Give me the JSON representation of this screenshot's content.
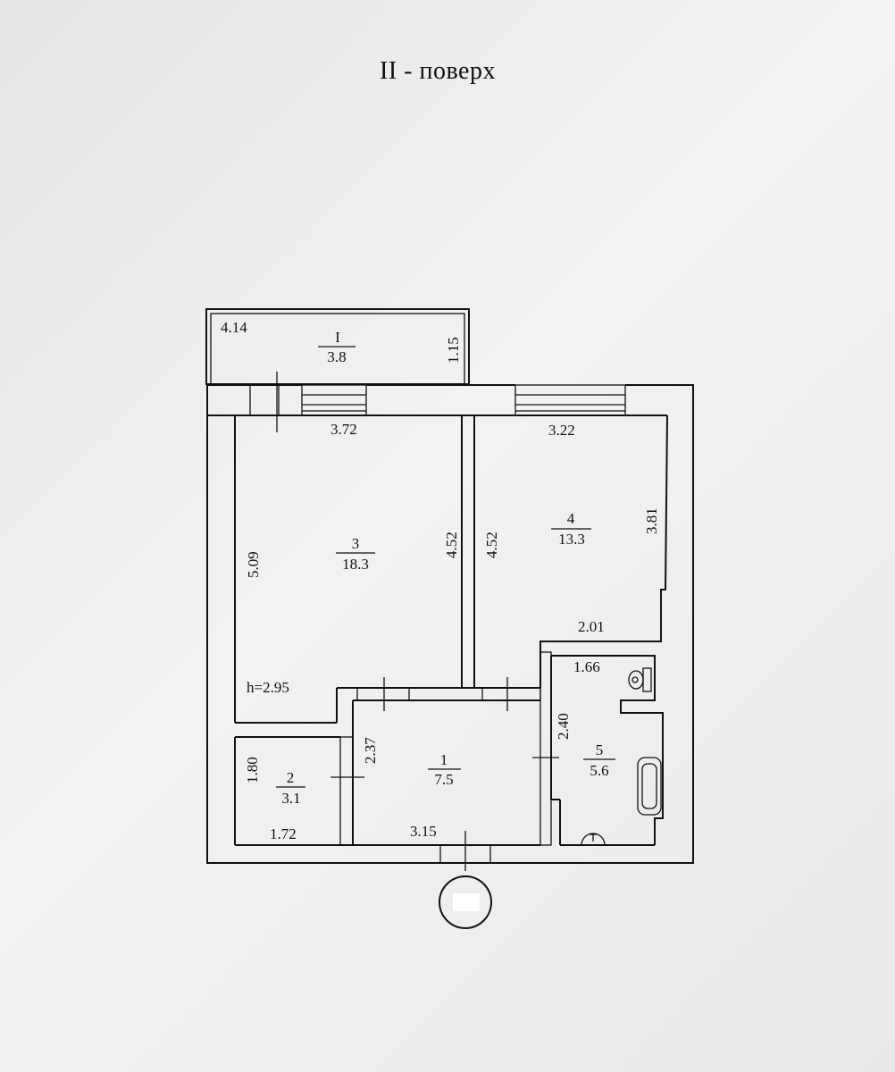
{
  "header": {
    "title": "II - поверх"
  },
  "rooms": [
    {
      "number": "I",
      "area": "3.8"
    },
    {
      "number": "3",
      "area": "18.3"
    },
    {
      "number": "4",
      "area": "13.3"
    },
    {
      "number": "2",
      "area": "3.1"
    },
    {
      "number": "1",
      "area": "7.5"
    },
    {
      "number": "5",
      "area": "5.6"
    }
  ],
  "dimensions": {
    "balcony_width": "4.14",
    "balcony_depth": "1.15",
    "room3_width": "3.72",
    "room3_height": "5.09",
    "room3_partition": "4.52",
    "room4_partition": "4.52",
    "room4_width": "3.22",
    "room4_height": "3.81",
    "room4_bottom": "2.01",
    "ceiling_height": "h=2.95",
    "room2_height": "1.80",
    "room2_width": "1.72",
    "room1_height": "2.37",
    "room1_width": "3.15",
    "bath_width": "1.66",
    "bath_height": "2.40"
  }
}
